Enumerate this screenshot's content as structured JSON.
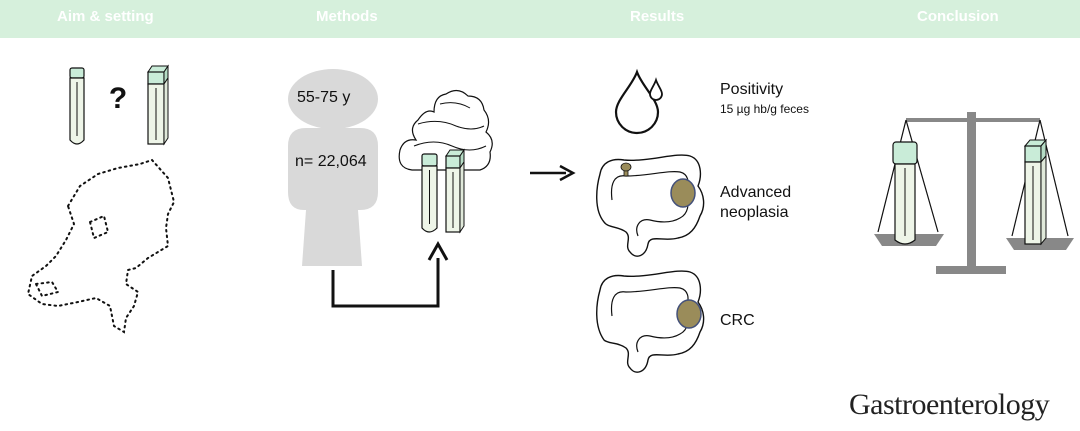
{
  "header": {
    "sections": [
      "Aim & setting",
      "Methods",
      "Results",
      "Conclusion"
    ]
  },
  "aim": {
    "question_mark": "?"
  },
  "methods": {
    "age_range": "55-75 y",
    "participants": "n= 22,064"
  },
  "results": {
    "items": [
      {
        "title": "Positivity",
        "subtitle": "15 µg hb/g feces",
        "icon": "droplet-icon"
      },
      {
        "title": "Advanced\nneoplasia",
        "icon": "colon-polyp-icon"
      },
      {
        "title": "CRC",
        "icon": "colon-tumor-icon"
      }
    ]
  },
  "footer": {
    "journal": "Gastroenterology"
  },
  "colors": {
    "header_bg": "#d6f0dc",
    "tube_body": "#eef5e8",
    "tube_cap": "#c9ecd8",
    "lesion": "#9a8c5a",
    "silhouette": "#d9d9d9",
    "scale": "#888888"
  }
}
